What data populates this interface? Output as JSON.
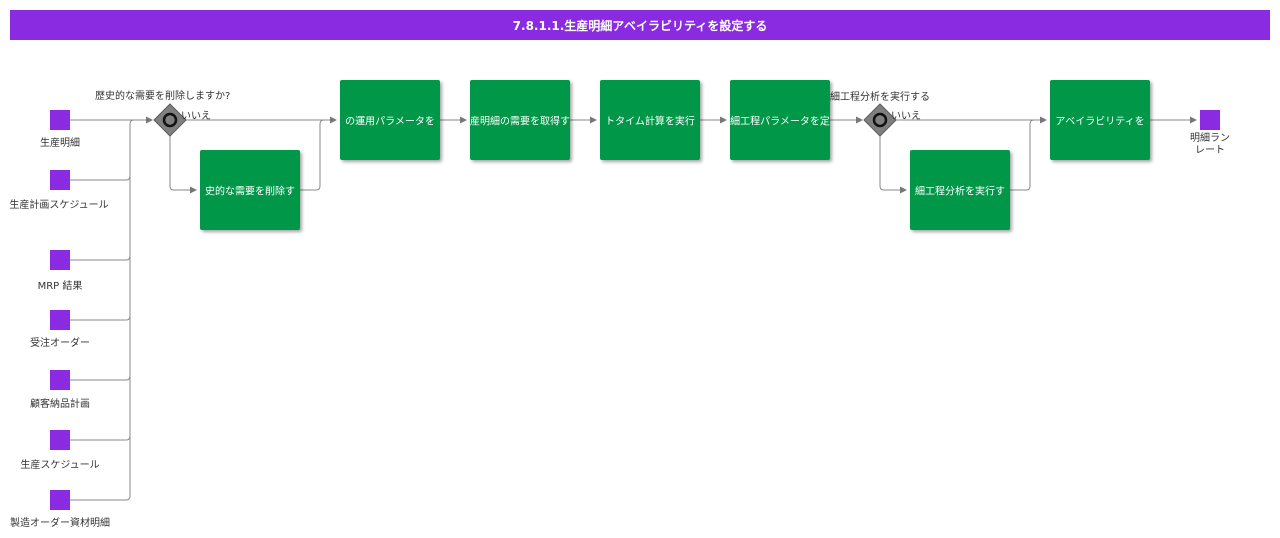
{
  "title": "7.8.1.1.生産明細アベイラビリティを設定する",
  "colors": {
    "header": "#8a2be2",
    "task": "#009848",
    "data_object": "#8a2be2",
    "gateway": "#808080"
  },
  "inputs": [
    {
      "label": "生産明細"
    },
    {
      "label": "生産計画スケジュール"
    },
    {
      "label": "MRP 結果"
    },
    {
      "label": "受注オーダー"
    },
    {
      "label": "顧客納品計画"
    },
    {
      "label": "生産スケジュール"
    },
    {
      "label": "製造オーダー資材明細"
    }
  ],
  "gateways": [
    {
      "label": "歴史的な需要を削除しますか?",
      "no_label": "いいえ"
    },
    {
      "label": "細工程分析を実行する",
      "no_label": "いいえ"
    }
  ],
  "tasks": [
    {
      "label": "史的な需要を削除す"
    },
    {
      "label": "の運用パラメータを"
    },
    {
      "label": "産明細の需要を取得す"
    },
    {
      "label": "トタイム計算を実行"
    },
    {
      "label": "細工程パラメータを定"
    },
    {
      "label": "細工程分析を実行す"
    },
    {
      "label": "アベイラビリティを"
    }
  ],
  "output": {
    "label": "明細ラン\nレート"
  }
}
